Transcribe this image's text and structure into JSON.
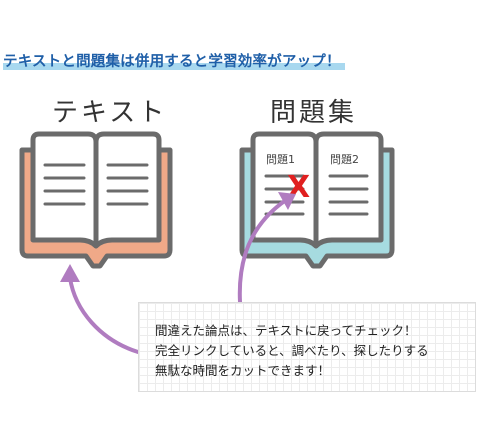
{
  "heading": "テキストと問題集は併用すると学習効率がアップ！",
  "left_book": {
    "title": "テキスト"
  },
  "right_book": {
    "title": "問題集",
    "page1_label": "問題1",
    "page2_label": "問題2",
    "mark": "X"
  },
  "note": {
    "lines": [
      "間違えた論点は、テキストに戻ってチェック！",
      "完全リンクしていると、調べたり、探したりする",
      "無駄な時間をカットできます！"
    ]
  },
  "colors": {
    "heading_text": "#1f5fa8",
    "heading_highlight": "#a8d8ef",
    "left_cover": "#f0a988",
    "right_cover": "#a6dbe0",
    "book_outline": "#6b6b6b",
    "arrow": "#b07cc0",
    "mark": "#e02020"
  }
}
